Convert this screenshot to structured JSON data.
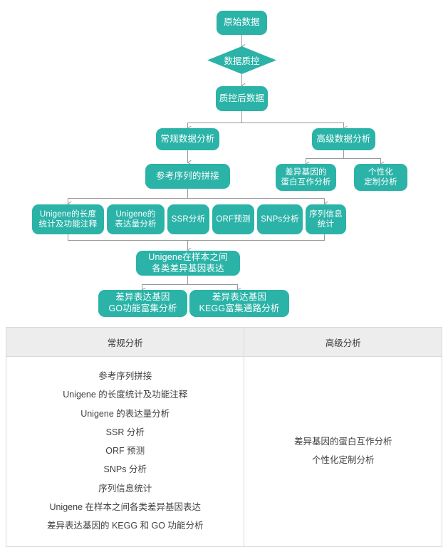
{
  "colors": {
    "node_fill": "#2bb3a8",
    "node_text": "#ffffff",
    "connector": "#9a9a9a",
    "table_header_bg": "#ededed",
    "table_border": "#d8d8d8",
    "table_text": "#404040"
  },
  "flowchart": {
    "nodes": {
      "raw_data": "原始数据",
      "qc": "数据质控",
      "post_qc_data": "质控后数据",
      "routine_analysis": "常规数据分析",
      "advanced_analysis": "高级数据分析",
      "reference_assembly": "参考序列的拼接",
      "ppi_analysis": "差异基因的\n蛋白互作分析",
      "custom_analysis": "个性化\n定制分析",
      "unigene_length": "Unigene的长度\n统计及功能注释",
      "unigene_expression": "Unigene的\n表达量分析",
      "ssr": "SSR分析",
      "orf": "ORF预测",
      "snps": "SNPs分析",
      "seq_info_stat": "序列信息\n统计",
      "deg_expression": "Unigene在样本之间\n各类差异基因表达",
      "deg_go": "差异表达基因\nGO功能富集分析",
      "deg_kegg": "差异表达基因\nKEGG富集通路分析"
    }
  },
  "table": {
    "headers": [
      "常规分析",
      "高级分析"
    ],
    "routine_items": [
      "参考序列拼接",
      "Unigene 的长度统计及功能注释",
      "Unigene 的表达量分析",
      "SSR 分析",
      "ORF 预测",
      "SNPs 分析",
      "序列信息统计",
      "Unigene 在样本之间各类差异基因表达",
      "差异表达基因的 KEGG 和 GO 功能分析"
    ],
    "advanced_items": [
      "差异基因的蛋白互作分析",
      "个性化定制分析"
    ]
  }
}
